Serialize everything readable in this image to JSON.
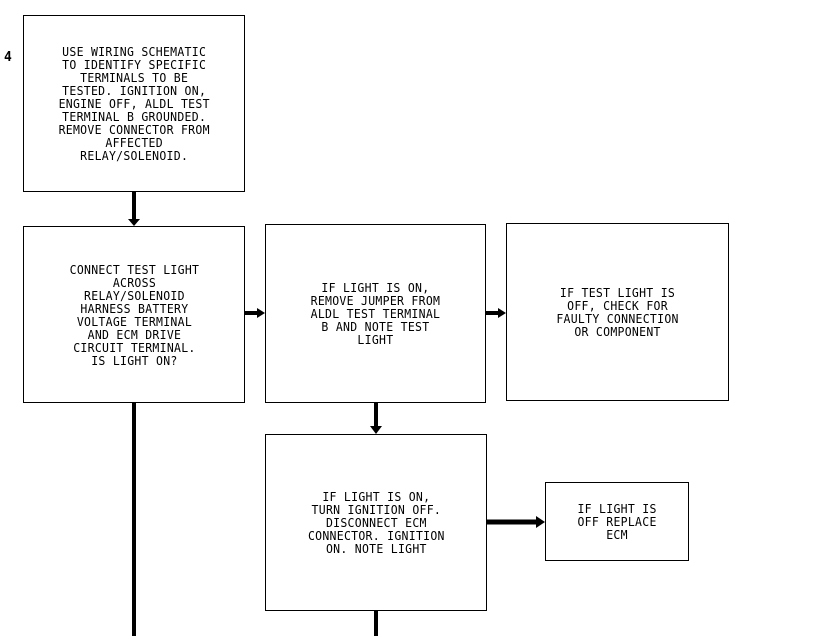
{
  "step_number": "4",
  "boxes": {
    "b1": "USE WIRING SCHEMATIC\nTO IDENTIFY SPECIFIC\nTERMINALS TO BE\nTESTED. IGNITION ON,\nENGINE OFF, ALDL TEST\nTERMINAL B GROUNDED.\nREMOVE CONNECTOR FROM\nAFFECTED\nRELAY/SOLENOID.",
    "b2": "CONNECT TEST LIGHT\nACROSS\nRELAY/SOLENOID\nHARNESS BATTERY\nVOLTAGE TERMINAL\nAND ECM DRIVE\nCIRCUIT TERMINAL.\nIS LIGHT ON?",
    "b3": "IF LIGHT IS ON,\nREMOVE JUMPER FROM\nALDL TEST TERMINAL\nB AND NOTE TEST\nLIGHT",
    "b4": "IF TEST LIGHT IS\nOFF, CHECK FOR\nFAULTY CONNECTION\nOR COMPONENT",
    "b5": "IF LIGHT IS ON,\nTURN IGNITION OFF.\nDISCONNECT ECM\nCONNECTOR. IGNITION\nON. NOTE LIGHT",
    "b6": "IF LIGHT IS\nOFF REPLACE\nECM"
  }
}
